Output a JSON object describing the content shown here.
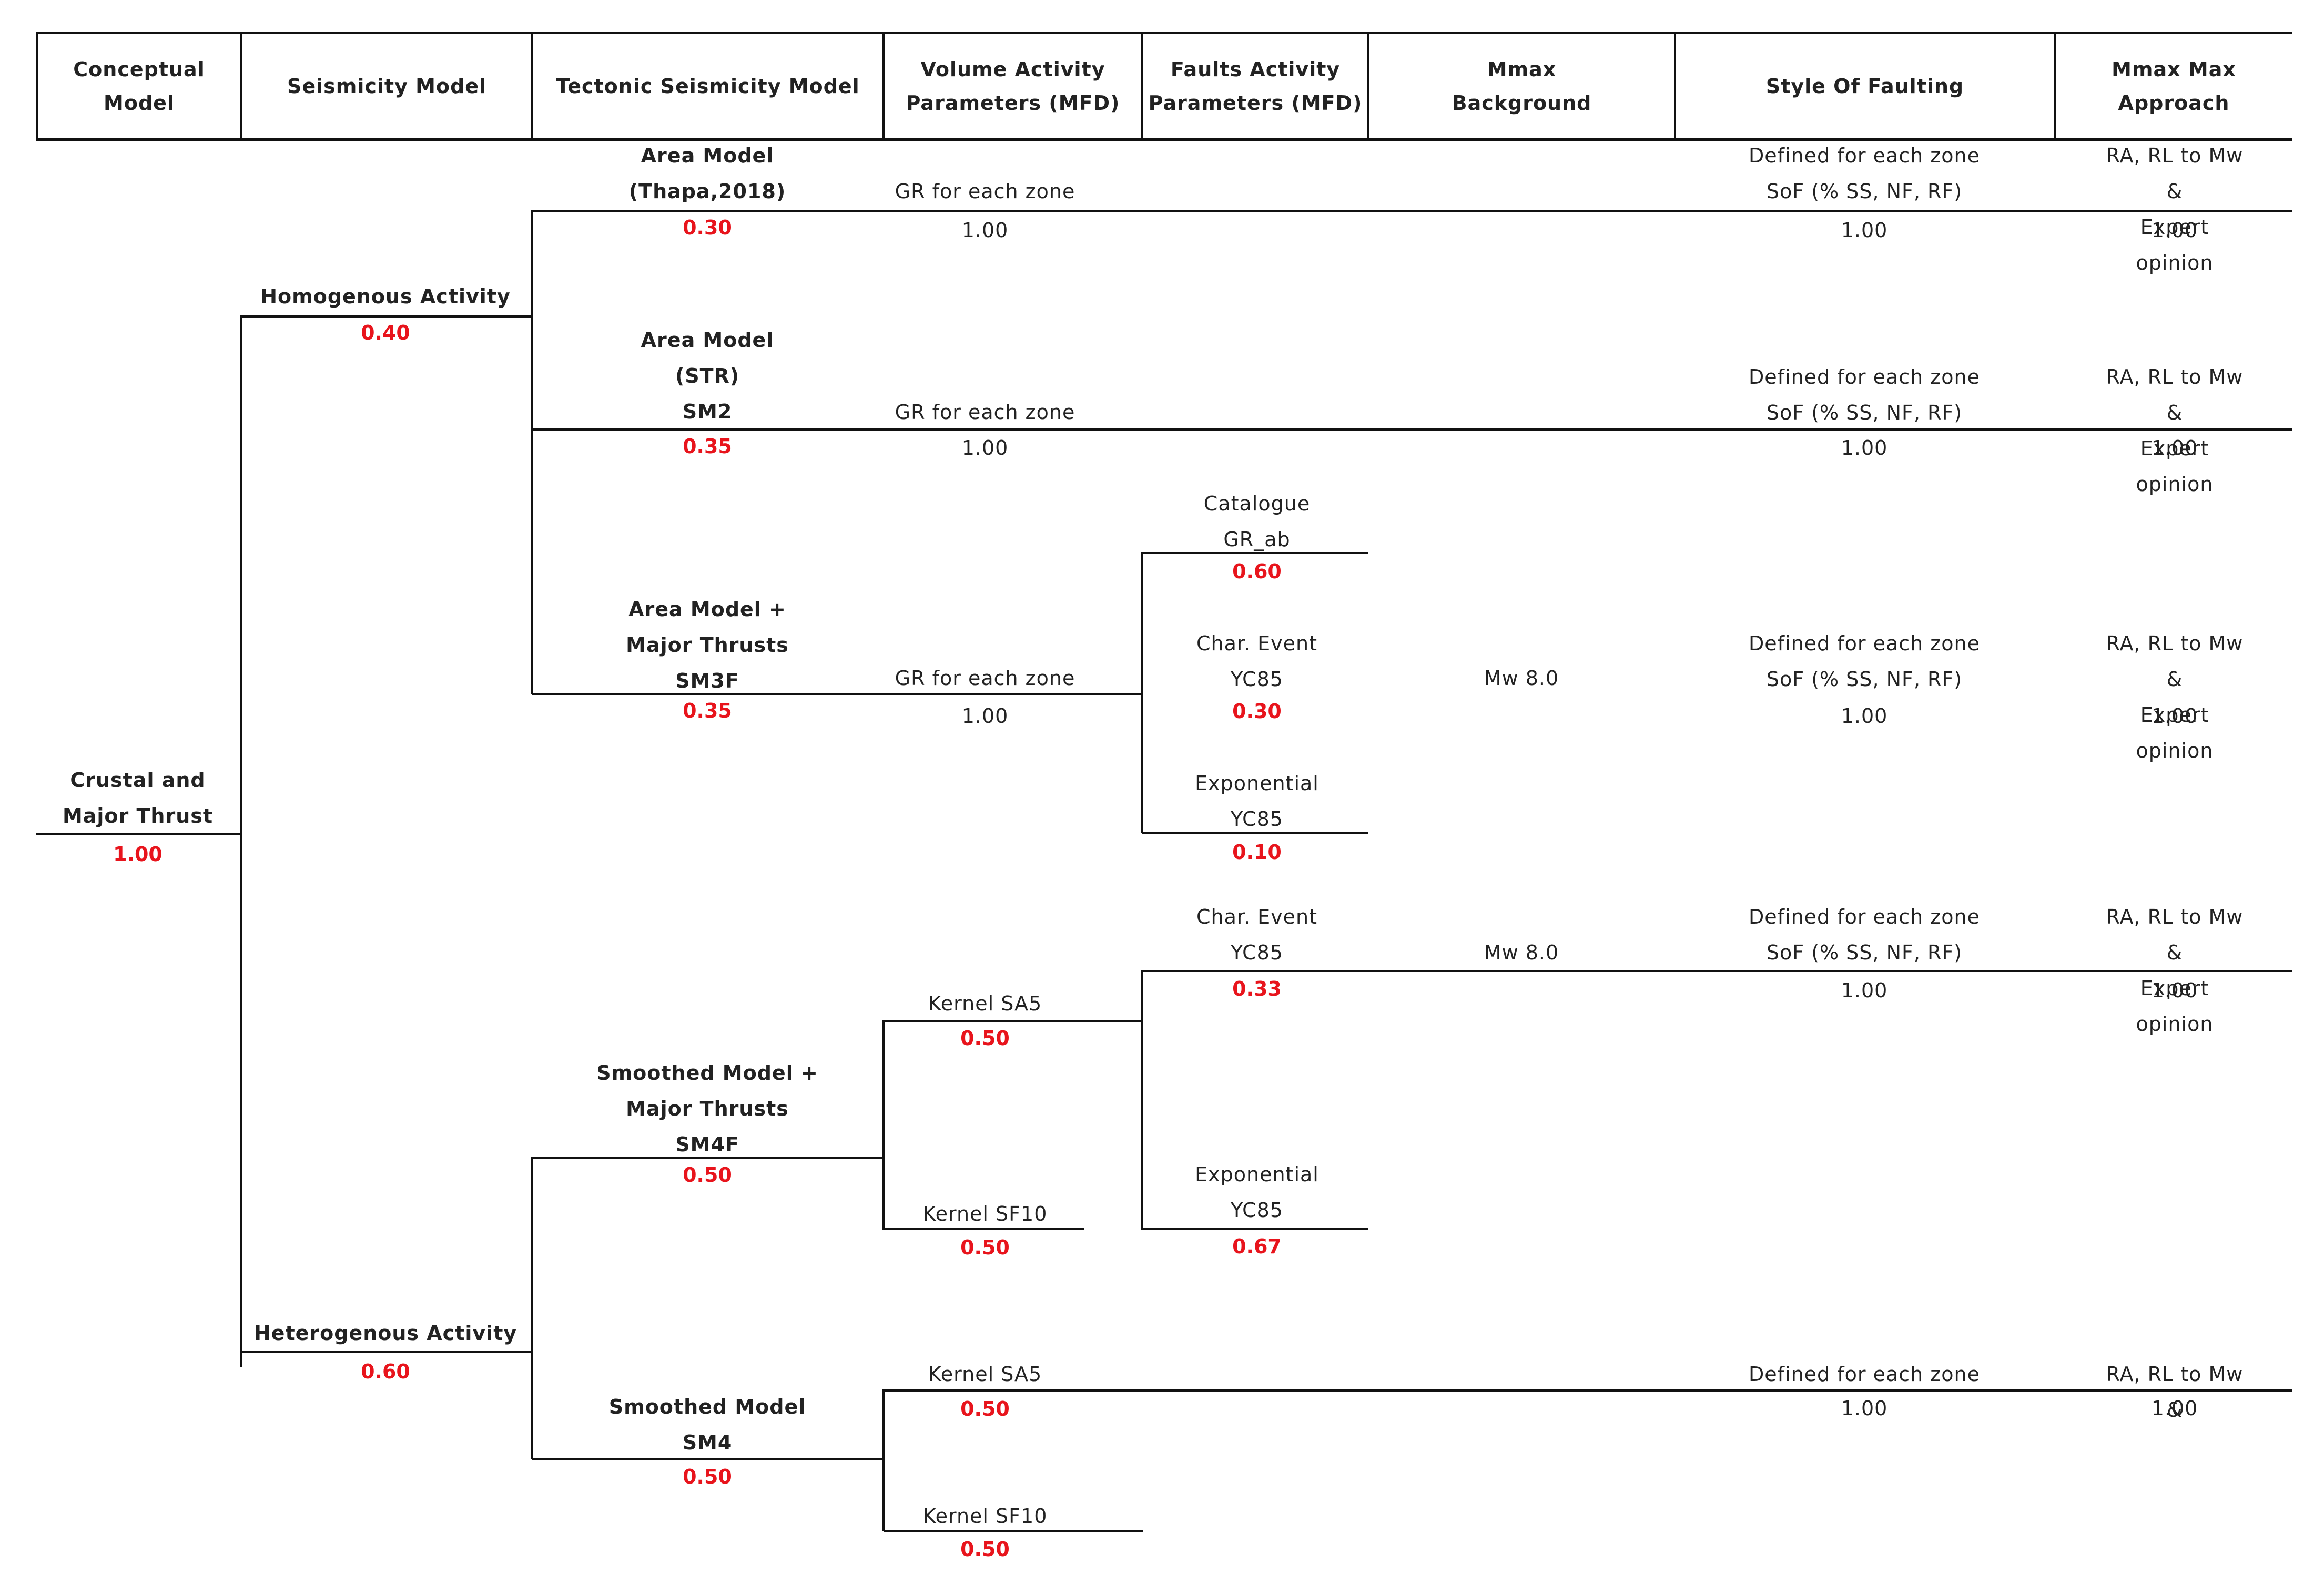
{
  "headers": [
    "Conceptual\nModel",
    "Seismicity Model",
    "Tectonic Seismicity Model",
    "Volume Activity\nParameters (MFD)",
    "Faults Activity\nParameters (MFD)",
    "Mmax\nBackground",
    "Style Of Faulting",
    "Mmax Max\nApproach"
  ],
  "conceptual": {
    "label": "Crustal and\nMajor Thrust",
    "weight": "1.00"
  },
  "seismicity": [
    {
      "label": "Homogenous Activity",
      "weight": "0.40"
    },
    {
      "label": "Heterogenous Activity",
      "weight": "0.60"
    }
  ],
  "tectonic": [
    {
      "label": "Area Model\n(Thapa,2018)",
      "weight": "0.30"
    },
    {
      "label": "Area Model\n(STR)\nSM2",
      "weight": "0.35"
    },
    {
      "label": "Area Model +\nMajor Thrusts\nSM3F",
      "weight": "0.35"
    },
    {
      "label": "Smoothed Model +\nMajor Thrusts\nSM4F",
      "weight": "0.50"
    },
    {
      "label": "Smoothed Model\nSM4",
      "weight": "0.50"
    }
  ],
  "volume": [
    {
      "label": "GR for each zone",
      "weight": "1.00"
    },
    {
      "label": "GR for each zone",
      "weight": "1.00"
    },
    {
      "label": "GR for each zone",
      "weight": "1.00"
    },
    {
      "label": "Kernel SA5",
      "weight": "0.50"
    },
    {
      "label": "Kernel SF10",
      "weight": "0.50"
    },
    {
      "label": "Kernel SA5",
      "weight": "0.50"
    },
    {
      "label": "Kernel SF10",
      "weight": "0.50"
    }
  ],
  "faults": [
    {
      "label": "Catalogue\nGR_ab",
      "weight": "0.60"
    },
    {
      "label": "Char. Event\nYC85",
      "weight": "0.30"
    },
    {
      "label": "Exponential\nYC85",
      "weight": "0.10"
    },
    {
      "label": "Char. Event\nYC85",
      "weight": "0.33"
    },
    {
      "label": "Exponential\nYC85",
      "weight": "0.67"
    }
  ],
  "mmax_background": [
    "Mw 8.0",
    "Mw 8.0"
  ],
  "style_of_faulting": [
    {
      "label": "Defined for each zone\nSoF (% SS, NF, RF)",
      "value": "1.00"
    },
    {
      "label": "Defined for each zone\nSoF (% SS, NF, RF)",
      "value": "1.00"
    },
    {
      "label": "Defined for each zone\nSoF (% SS, NF, RF)",
      "value": "1.00"
    },
    {
      "label": "Defined for each zone\nSoF (% SS, NF, RF)",
      "value": "1.00"
    },
    {
      "label": "Defined for each zone",
      "value": "1.00"
    }
  ],
  "mmax_approach": [
    {
      "label": "RA, RL to Mw &\nExpert opinion",
      "value": "1.00"
    },
    {
      "label": "RA, RL to Mw &\nExpert opinion",
      "value": "1.00"
    },
    {
      "label": "RA, RL to Mw &\nExpert opinion",
      "value": "1.00"
    },
    {
      "label": "RA, RL to Mw &\nExpert opinion",
      "value": "1.00"
    },
    {
      "label": "RA, RL to Mw &",
      "value": "1.00"
    }
  ],
  "colors": {
    "weight": "#e8141c",
    "line": "#111111",
    "text": "#222222"
  }
}
